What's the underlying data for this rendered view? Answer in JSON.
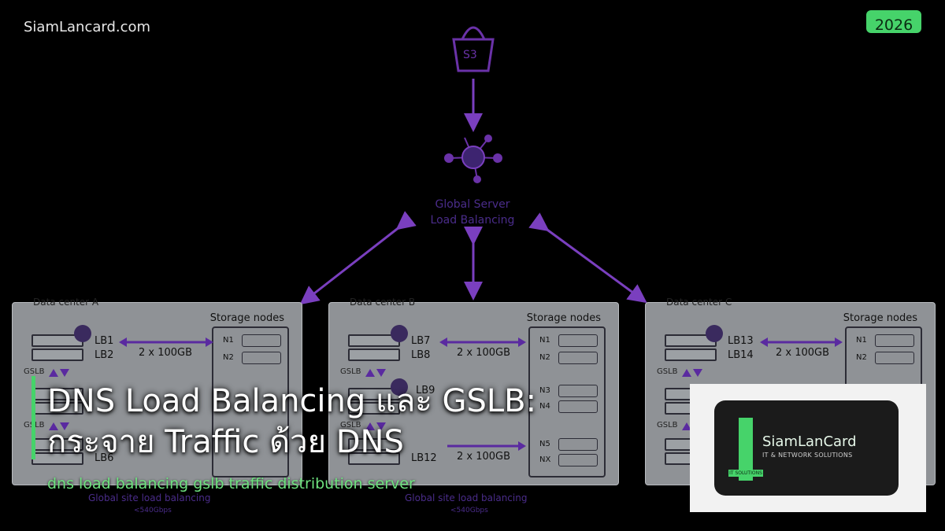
{
  "header": {
    "site": "SiamLancard.com",
    "year": "2026"
  },
  "diagram": {
    "s3_label": "S3",
    "gslb_label_line1": "Global Server",
    "gslb_label_line2": "Load Balancing",
    "storage_title": "Storage nodes",
    "link_label": "2 x 100GB",
    "gslb_small": "GSLB",
    "footer_caption": "Global site load balancing",
    "footer_sub": "<540Gbps",
    "datacenters": [
      {
        "name": "Data center A",
        "lb_a": "LB1",
        "lb_b": "LB2",
        "lb_c": "LB6",
        "nodes": [
          "N1",
          "N2"
        ]
      },
      {
        "name": "Data center B",
        "lb_a": "LB7",
        "lb_b": "LB8",
        "lb_c": "LB12",
        "lb_mid": "LB9",
        "nodes": [
          "N1",
          "N2",
          "N3",
          "N4",
          "N5",
          "NX"
        ]
      },
      {
        "name": "Data center C",
        "lb_a": "LB13",
        "lb_b": "LB14",
        "nodes": [
          "N1",
          "N2"
        ]
      }
    ]
  },
  "overlay": {
    "title_line1": "DNS Load Balancing และ GSLB:",
    "title_line2": "กระจาย Traffic ด้วย DNS",
    "subtitle": "dns load balancing gslb traffic distribution server"
  },
  "logo": {
    "name": "SiamLanCard",
    "tagline": "IT & NETWORK SOLUTIONS",
    "chip": "IT SOLUTIONS"
  },
  "colors": {
    "accent_green": "#46d36a",
    "diagram_purple": "#7a3fbf",
    "panel_gray": "#8f9296"
  }
}
